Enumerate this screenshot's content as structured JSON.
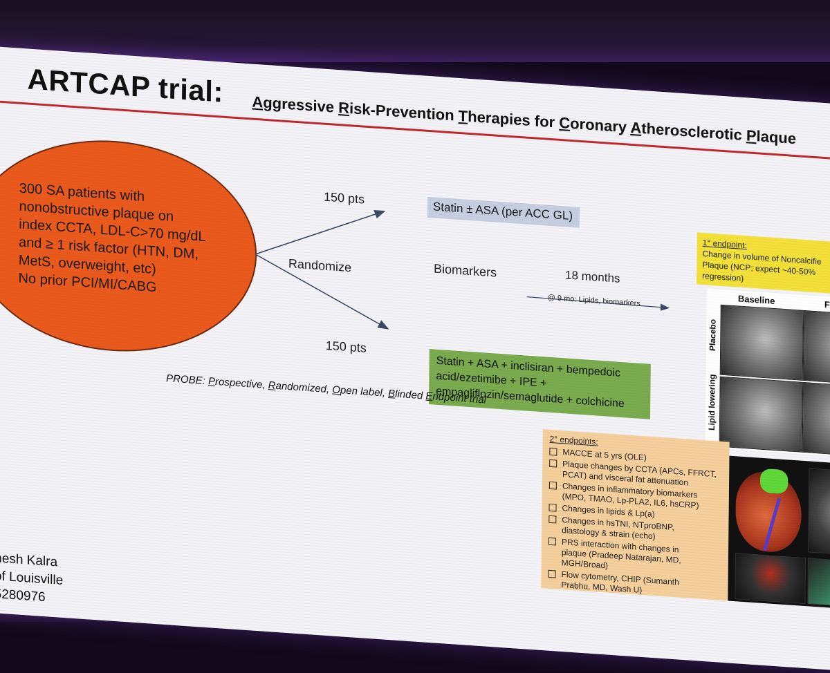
{
  "title": {
    "main": "ARTCAP trial:",
    "subtitle": "Aggressive Risk-Prevention Therapies for Coronary Atherosclerotic Plaque"
  },
  "population": {
    "lines": [
      "300 SA patients with",
      "nonobstructive plaque on",
      "index CCTA, LDL-C>70 mg/dL",
      "and ≥ 1 risk factor (HTN, DM,",
      "MetS, overweight, etc)",
      "No prior PCI/MI/CABG"
    ]
  },
  "flow": {
    "randomize": "Randomize",
    "arm_top_n": "150 pts",
    "arm_bottom_n": "150 pts",
    "biomarkers": "Biomarkers",
    "duration": "18 months",
    "interim": "@ 9 mo: Lipids, biomarkers"
  },
  "arms": {
    "control": "Statin ± ASA (per ACC GL)",
    "intervention_lines": [
      "Statin + ASA + inclisiran + bempedoic",
      "acid/ezetimibe + IPE +",
      "empagliflozin/semaglutide + colchicine"
    ]
  },
  "probe": {
    "prefix": "PROBE: ",
    "words": [
      {
        "initial": "P",
        "rest": "rospective, "
      },
      {
        "initial": "R",
        "rest": "andomized, "
      },
      {
        "initial": "O",
        "rest": "pen label, "
      },
      {
        "initial": "B",
        "rest": "linded "
      },
      {
        "initial": "E",
        "rest": "ndpoint trial"
      }
    ]
  },
  "primary_endpoint": {
    "heading": "1° endpoint:",
    "lines": [
      "Change in volume of Noncalcifie",
      "Plaque (NCP; expect ~40-50%",
      "regression)"
    ]
  },
  "imaging": {
    "col_baseline": "Baseline",
    "col_followup": "Follo",
    "row_placebo": "Placebo",
    "row_lipid": "Lipid lowering"
  },
  "secondary_endpoints": {
    "heading": "2° endpoints:",
    "items": [
      [
        "MACCE at 5 yrs (OLE)"
      ],
      [
        "Plaque changes by CCTA (APCs, FFRCT,",
        "PCAT) and visceral fat attenuation"
      ],
      [
        "Changes in inflammatory biomarkers",
        "(MPO, TMAO, Lp-PLA2, IL6, hsCRP)"
      ],
      [
        "Changes in lipids & Lp(a)"
      ],
      [
        "Changes in hsTNI, NTproBNP,",
        "diastology & strain (echo)"
      ],
      [
        "PRS interaction with changes in",
        "plaque (Pradeep Natarajan, MD,",
        "MGH/Broad)"
      ],
      [
        "Flow cytometry, CHIP (Sumanth",
        "Prabhu, MD, Wash U)"
      ]
    ]
  },
  "author": {
    "line1": "nesh Kalra",
    "line2": "of Louisville",
    "line3": "5280976"
  },
  "colors": {
    "oval": "#ea5a1d",
    "control_box": "#c5cfe0",
    "intervention_box": "#7aab4e",
    "primary_box": "#f3e13a",
    "secondary_box": "#f5cf9c",
    "title_rule": "#c0282b"
  }
}
